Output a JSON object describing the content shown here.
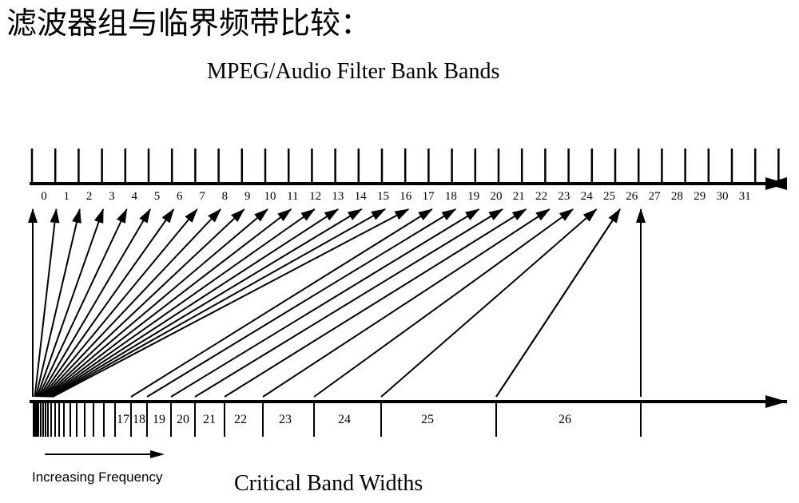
{
  "heading": "滤波器组与临界频带比较：",
  "title": "MPEG/Audio Filter Bank Bands",
  "filter_bands": [
    "0",
    "1",
    "2",
    "3",
    "4",
    "5",
    "6",
    "7",
    "8",
    "9",
    "10",
    "11",
    "12",
    "13",
    "14",
    "15",
    "16",
    "17",
    "18",
    "19",
    "20",
    "21",
    "22",
    "23",
    "24",
    "25",
    "26",
    "27",
    "28",
    "29",
    "30",
    "31"
  ],
  "critical_band_labels": [
    "17",
    "18",
    "19",
    "20",
    "21",
    "22",
    "23",
    "24",
    "25",
    "26"
  ],
  "increasing_frequency_label": "Increasing Frequency",
  "critical_band_widths_label": "Critical Band Widths"
}
